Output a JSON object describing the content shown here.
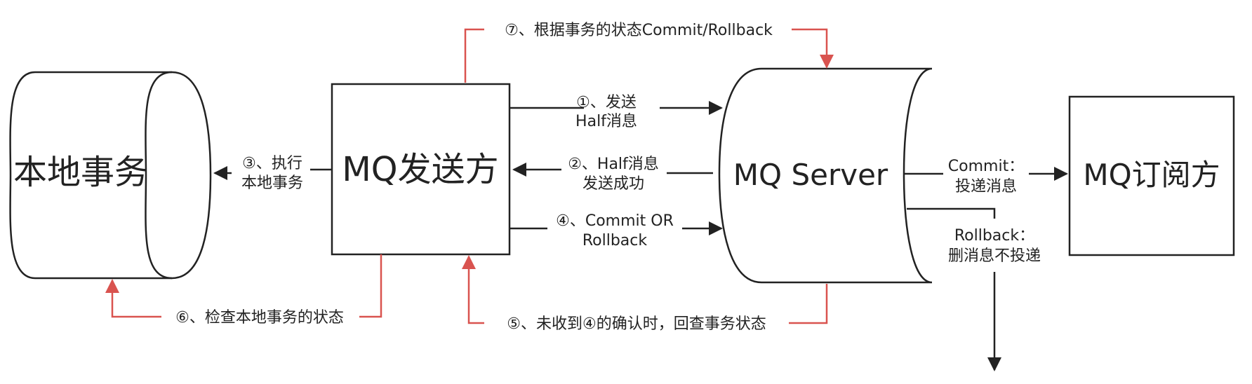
{
  "nodes": {
    "local_tx": "本地事务",
    "sender": "MQ发送方",
    "server": "MQ Server",
    "subscriber": "MQ订阅方"
  },
  "edges": {
    "step1": [
      "①、发送",
      "Half消息"
    ],
    "step2": [
      "②、Half消息",
      "发送成功"
    ],
    "step3": [
      "③、执行",
      "本地事务"
    ],
    "step4": [
      "④、Commit OR",
      "Rollback"
    ],
    "step5": "⑤、未收到④的确认时，回查事务状态",
    "step6": "⑥、检查本地事务的状态",
    "step7": "⑦、根据事务的状态Commit/Rollback",
    "commit": [
      "Commit：",
      "投递消息"
    ],
    "rollback": [
      "Rollback：",
      "删消息不投递"
    ]
  },
  "colors": {
    "black_line": "#222222",
    "red_line": "#d9534f"
  }
}
